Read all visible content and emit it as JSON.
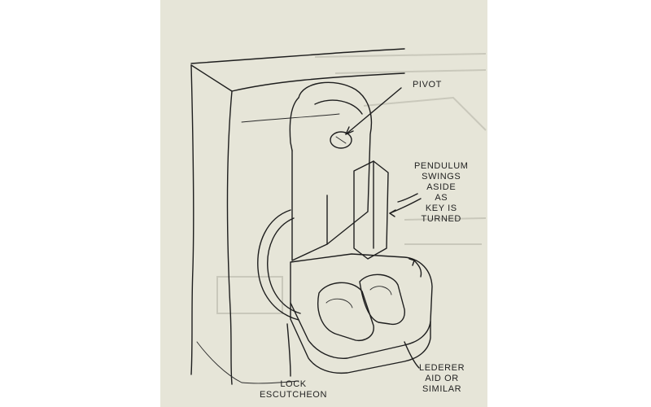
{
  "diagram": {
    "labels": {
      "pivot": "PIVOT",
      "pendulum": [
        "PENDULUM",
        "SWINGS",
        "ASIDE",
        "AS",
        "KEY IS",
        "TURNED"
      ],
      "lederer": [
        "LEDERER",
        "AID OR",
        "SIMILAR"
      ],
      "lock": [
        "LOCK",
        "ESCUTCHEON"
      ]
    }
  },
  "colors": {
    "paper": "#e6e5d8",
    "ink": "#1e1e1e",
    "background": "#ffffff"
  }
}
